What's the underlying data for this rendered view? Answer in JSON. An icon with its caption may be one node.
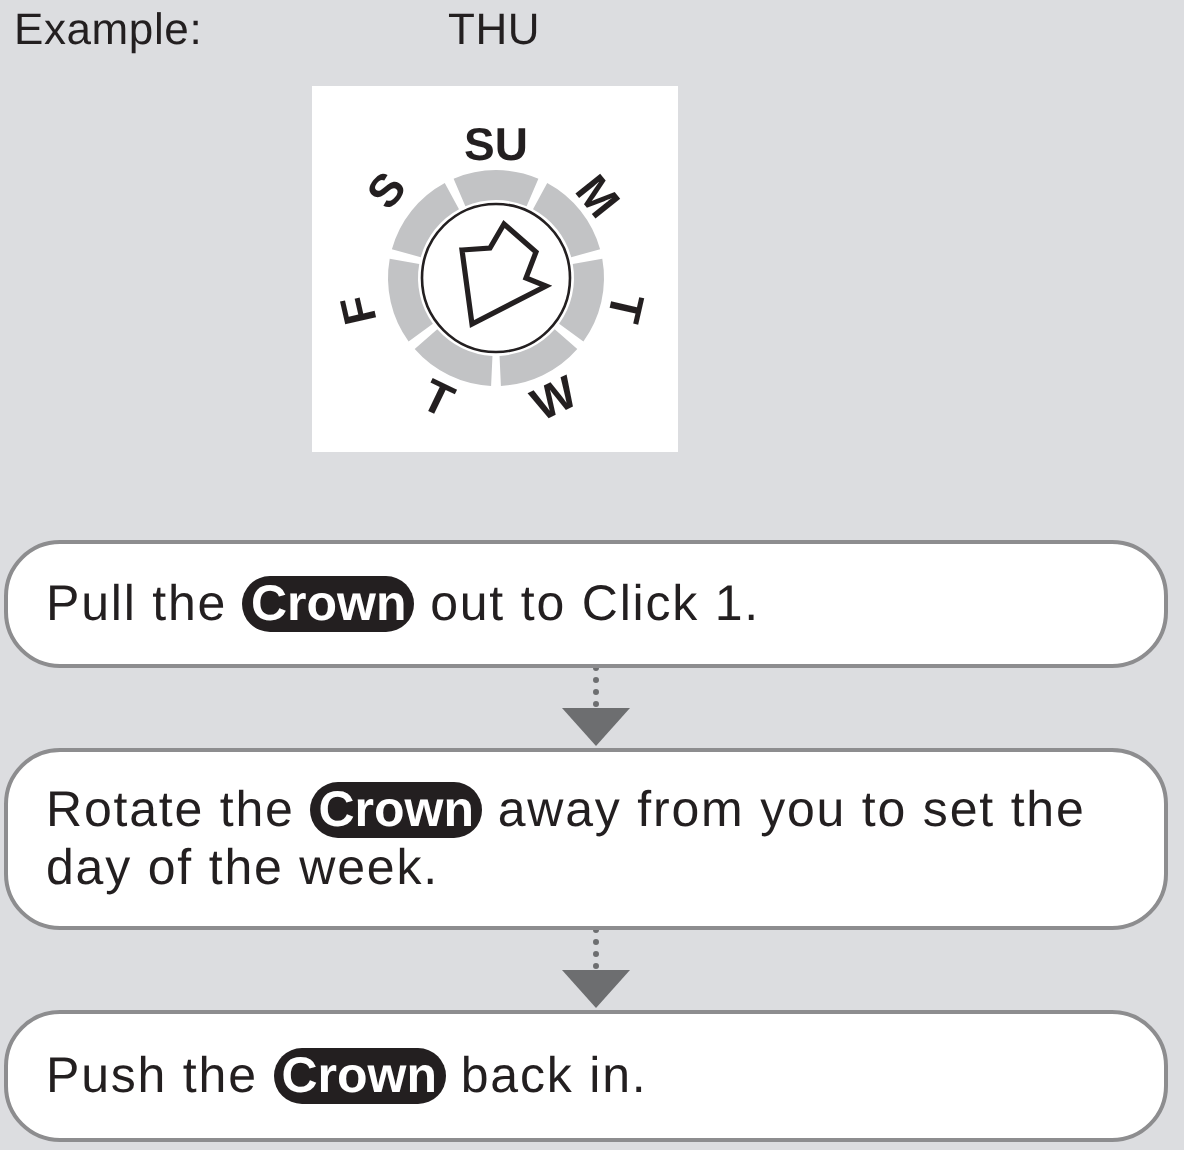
{
  "diagram": {
    "nodes": [
      {
        "text": [
          "Pull the **Crown** out to Click 1."
        ]
      },
      {
        "text": [
          "Rotate the **Crown** away from you to set the day of the week."
        ]
      },
      {
        "text": [
          "Push the **Crown** back in."
        ]
      }
    ],
    "edges": [
      {
        "from": 0,
        "to": 1,
        "arrow": "to",
        "style": "dashed"
      },
      {
        "from": 1,
        "to": 2,
        "arrow": "to",
        "style": "dashed"
      }
    ],
    "labels": [
      "Example:",
      "THU",
      "SU",
      "M",
      "T",
      "W",
      "T",
      "F",
      "S"
    ]
  }
}
